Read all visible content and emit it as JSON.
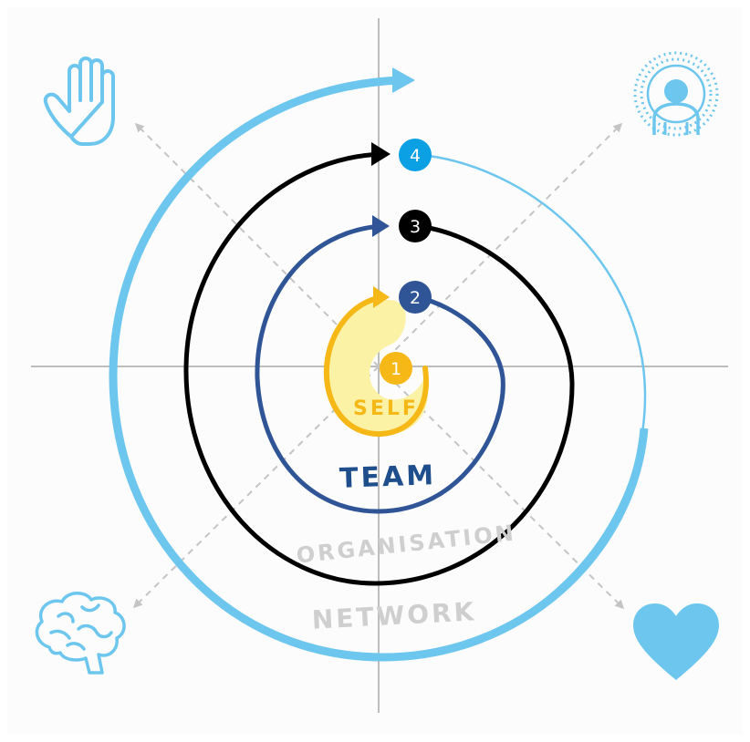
{
  "diagram": {
    "labels": {
      "self": "SELF",
      "team": "TEAM",
      "organisation": "ORGANISATION",
      "network": "NETWORK"
    },
    "steps": [
      "1",
      "2",
      "3",
      "4"
    ],
    "corner_icons": [
      "hand-icon",
      "person-radiating-icon",
      "brain-icon",
      "heart-icon"
    ],
    "colors": {
      "self": "#F6B817",
      "self_fill": "#FBF2A6",
      "team": "#2F5596",
      "team_text": "#1F4E8C",
      "organisation": "#000000",
      "network": "#6DC6EE",
      "network_badge": "#0AA0E3",
      "axis": "#BDBDBD",
      "dashed": "#C4C4C4",
      "muted_label": "#CFCFCF"
    }
  }
}
